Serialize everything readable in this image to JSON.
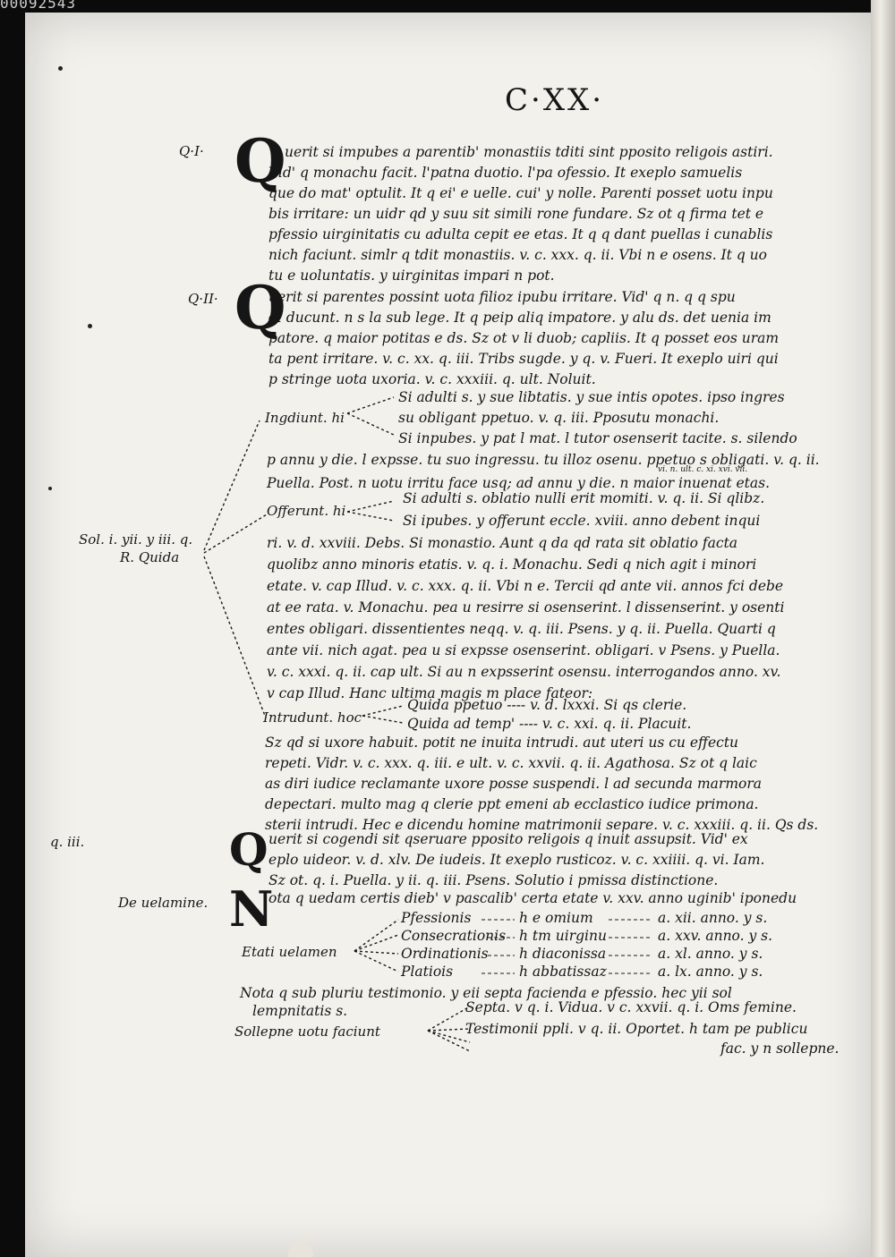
{
  "corner_id": "00092543",
  "folio": "C·XX·",
  "q1": {
    "label": "Q·I·",
    "initial": "Q",
    "lines": [
      "uerit si impubes a parentib' monastiis tditi sint pposito religois astiri.",
      "Vid' q monachu facit. l'patna duotio. l'pa ofessio. It exeplo samuelis",
      "que do mat' optulit. It q ei' e uelle. cui' y nolle. Parenti posset uotu inpu",
      "bis irritare: un uidr qd y suu sit simili rone fundare. Sz ot q firma tet e",
      "pfessio uirginitatis cu adulta cepit ee etas. It q q dant puellas i cunablis",
      "nich faciunt. simlr q tdit monastiis. v. c. xxx. q. ii. Vbi n e osens. It q uo",
      "tu e uoluntatis. y uirginitas impari n pot."
    ]
  },
  "q2": {
    "label": "Q·II·",
    "initial": "Q",
    "lines": [
      "uerit si parentes possint uota filioz ipubu irritare. Vid' q n. q q spu",
      "di ducunt. n s la sub lege. It q peip aliq impatore. y alu ds. det uenia im",
      "patore. q maior potitas e ds. Sz ot v li duob; capliis. It q posset eos uram",
      "ta pent irritare. v. c. xx. q. iii. Tribs sugde. y q. v. Fueri. It exeplo uiri qui",
      "p stringe uota uxoria. v. c. xxxiii. q. ult. Noluit."
    ]
  },
  "tree": {
    "root": "Sol. i. yii. y iii. q.",
    "root2": "R. Quida",
    "b1": "Ingdiunt. hi",
    "b2": "Offerunt. hi",
    "b3": "Intrudunt. hoc",
    "b1_lines": [
      "Si adulti s. y sue libtatis. y sue intis opotes. ipso ingres",
      "su obligant ppetuo. v. q. iii. Pposutu monachi.",
      "Si inpubes. y pat l mat. l tutor osenserit tacite. s. silendo"
    ],
    "b1_cont": [
      "p annu y die. l expsse. tu suo ingressu. tu illoz osenu. ppetuo s obligati. v. q. ii.",
      "Puella. Post. n uotu irritu face usq; ad annu y die. n maior inuenat etas."
    ],
    "superscript": "vi. n. ult. c. xi. xvi. vii.",
    "b2_lines": [
      "Si adulti s. oblatio nulli erit momiti. v. q. ii. Si qlibz.",
      "Si ipubes. y offerunt eccle. xviii. anno debent inqui"
    ],
    "b2_cont": [
      "ri. v. d. xxviii. Debs. Si monastio. Aunt q da qd rata sit oblatio facta",
      "quolibz anno minoris etatis. v. q. i. Monachu. Sedi q nich agit i minori",
      "etate. v. cap Illud. v. c. xxx. q. ii. Vbi n e. Tercii qd ante vii. annos fci debe",
      "at ee rata. v. Monachu. pea u resirre si osenserint. l dissenserint. y osenti",
      "entes obligari. dissentientes neqq. v. q. iii. Psens. y q. ii. Puella. Quarti q",
      "ante vii. nich agat. pea u si expsse osenserint. obligari. v Psens. y Puella.",
      "v. c. xxxi. q. ii. cap ult. Si au n expsserint osensu. interrogandos anno. xv.",
      "v cap Illud. Hanc ultima magis m place fateor:"
    ],
    "b3_lines": [
      "Quida ppetuo ---- v. d. lxxxi. Si qs clerie.",
      "Quida ad temp' ---- v. c. xxi. q. ii. Placuit."
    ],
    "b3_cont": [
      "Sz qd si uxore habuit. potit ne inuita intrudi. aut uteri us cu effectu",
      "repeti. Vidr. v. c. xxx. q. iii. e ult. v. c. xxvii. q. ii. Agathosa. Sz ot q laic",
      "as diri iudice reclamante uxore posse suspendi. l ad secunda marmora",
      "depectari. multo mag q clerie ppt emeni ab ecclastico iudice primona.",
      "sterii intrudi. Hec e dicendu homine matrimonii separe. v. c. xxxiii. q. ii. Qs ds."
    ]
  },
  "q3": {
    "label": "q. iii.",
    "initial": "Q",
    "lines": [
      "uerit si cogendi sit qseruare pposito religois q inuit assupsit. Vid' ex",
      "eplo uideor. v. d. xlv. De iudeis. It exeplo rusticoz. v. c. xxiiii. q. vi. Iam.",
      "Sz ot. q. i. Puella. y ii. q. iii. Psens. Solutio i pmissa distinctione."
    ]
  },
  "velamine": {
    "label": "De uelamine.",
    "initial": "N",
    "line": "ota q uedam certis dieb' v pascalib' certa etate v. xxv. anno uginib' iponedu",
    "group_label": "Etati uelamen",
    "rows": [
      {
        "name": "Pfessionis",
        "who": "h e omium",
        "age": "a. xii. anno. y s."
      },
      {
        "name": "Consecrationis",
        "who": "h tm uirginu",
        "age": "a. xxv. anno. y s."
      },
      {
        "name": "Ordinationis",
        "who": "h diaconissa",
        "age": "a. xl. anno. y s."
      },
      {
        "name": "Platiois",
        "who": "h abbatissaz",
        "age": "a. lx. anno. y s."
      }
    ]
  },
  "nota": {
    "line1": "Nota q sub pluriu testimonio. y eii septa facienda e pfessio. hec yii sol",
    "line2": "lempnitatis s.",
    "group_label": "Sollepne uotu faciunt",
    "row1": "Septa. v q. i. Vidua. v c. xxvii. q. i. Oms femine.",
    "row2": "Testimonii ppli. v q. ii. Oportet. h tam pe publicu",
    "row3": "fac. y n sollepne."
  }
}
